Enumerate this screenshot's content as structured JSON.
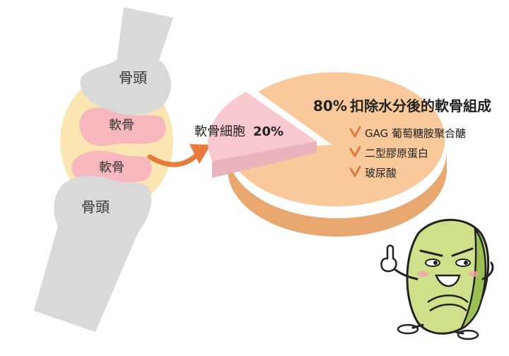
{
  "bone_labels": [
    "骨頭",
    "骨頭"
  ],
  "cartilage_labels": [
    "軟骨",
    "軟骨"
  ],
  "pie": {
    "slice_label": "軟骨細胞",
    "slice_percent": "20%",
    "main_percent": "80%",
    "main_title": "扣除水分後的軟骨組成",
    "items": [
      "GAG 葡萄糖胺聚合醣",
      "二型膠原蛋白",
      "玻尿酸"
    ]
  },
  "colors": {
    "bone": "#d9d9d9",
    "cartilage": "#f6b8bd",
    "capsule": "#fbe6b3",
    "arrow": "#e87a3e",
    "pie_main": "#f9c99b",
    "pie_side": "#e9a86f",
    "pie_slice": "#f7c9cf",
    "check": "#e07a3a"
  },
  "chart_data": {
    "type": "pie",
    "categories": [
      "軟骨細胞",
      "扣除水分後的軟骨組成"
    ],
    "values": [
      20,
      80
    ]
  }
}
